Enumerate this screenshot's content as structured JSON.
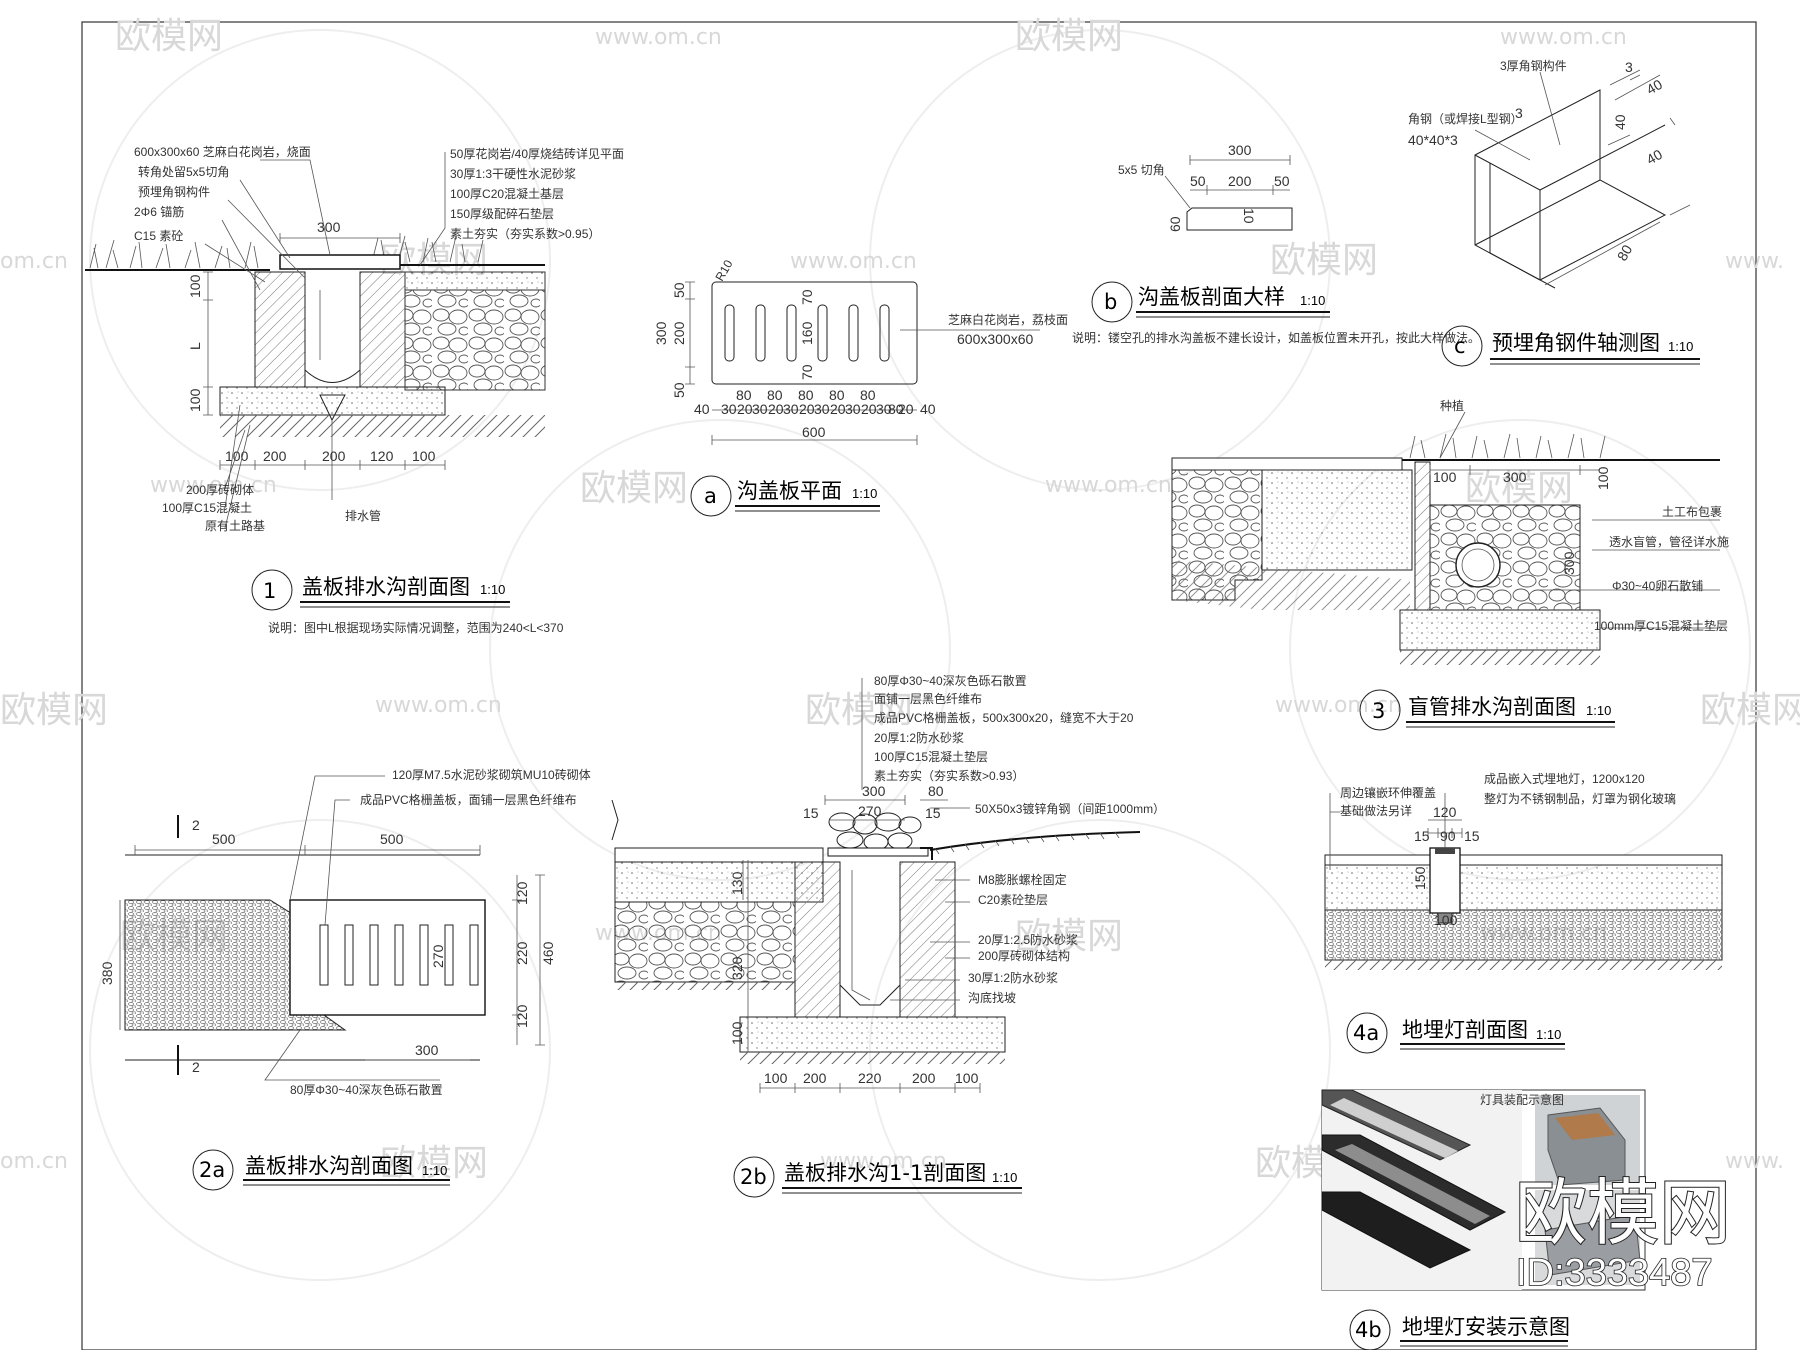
{
  "watermark": {
    "brand": "欧模网",
    "site": "www.om.cn",
    "site_cut_left": "om.cn",
    "site_cut_right": "www.",
    "id": "ID:3333487"
  },
  "detail_1": {
    "title": "盖板排水沟剖面图",
    "scale": "1:10",
    "number": "1",
    "note": "说明：图中L根据现场实际情况调整，范围为240<L<370",
    "left_labels": [
      "600x300x60 芝麻白花岗岩，烧面",
      "转角处留5x5切角",
      "预埋角钢构件",
      "2Φ6 锚筋",
      "C15 素砼"
    ],
    "right_labels": [
      "50厚花岗岩/40厚烧结砖详见平面",
      "30厚1:3干硬性水泥砂浆",
      "100厚C20混凝土基层",
      "150厚级配碎石垫层",
      "素土夯实（夯实系数>0.95）"
    ],
    "bottom_labels": [
      "200厚砖砌体",
      "100厚C15混凝土",
      "原有土路基"
    ],
    "drain_label": "排水管",
    "dims_top": "300",
    "dims_left": [
      "100",
      "L",
      "100"
    ],
    "dims_bottom": [
      "100",
      "200",
      "200",
      "120",
      "100"
    ]
  },
  "detail_a": {
    "title": "沟盖板平面",
    "scale": "1:10",
    "number": "a",
    "radius": "R10",
    "material": [
      "芝麻白花岗岩，荔枝面",
      "600x300x60"
    ],
    "dims_left": [
      "300",
      "50",
      "200",
      "50"
    ],
    "dims_inner": [
      "70",
      "160",
      "70"
    ],
    "dims_row": [
      "40",
      "30",
      "20",
      "30",
      "20",
      "30",
      "20",
      "30",
      "20",
      "30",
      "20",
      "30",
      "20",
      "40"
    ],
    "dims_row2": [
      "80",
      "80",
      "80",
      "80",
      "80",
      "80"
    ],
    "dims_total": "600"
  },
  "detail_b": {
    "title": "沟盖板剖面大样",
    "scale": "1:10",
    "number": "b",
    "chamfer": "5x5 切角",
    "dims_top": "300",
    "dims_sub": [
      "50",
      "200",
      "50"
    ],
    "dims_side": "60",
    "dims_slot": "10",
    "note": "说明：镂空孔的排水沟盖板不建长设计，如盖板位置未开孔，按此大样做法。"
  },
  "detail_c": {
    "title": "预埋角钢件轴测图",
    "scale": "1:10",
    "number": "c",
    "labels": [
      "3厚角钢构件",
      "角钢（或焊接L型钢）",
      "40*40*3"
    ],
    "dims": [
      "3",
      "40",
      "40",
      "40",
      "3",
      "80"
    ]
  },
  "detail_3": {
    "title": "盲管排水沟剖面图",
    "scale": "1:10",
    "number": "3",
    "top_label": "种植",
    "labels": [
      "土工布包裹",
      "透水盲管，管径详水施",
      "Φ30~40卵石散铺",
      "100mm厚C15混凝土垫层"
    ],
    "dims": [
      "100",
      "300",
      "100",
      "300"
    ]
  },
  "detail_2a": {
    "title": "盖板排水沟剖面图",
    "scale": "1:10",
    "number": "2a",
    "labels": [
      "120厚M7.5水泥砂浆砌筑MU10砖砌体",
      "成品PVC格栅盖板，面铺一层黑色纤维布",
      "80厚Φ30~40深灰色砾石散置"
    ],
    "section_mark": "2",
    "dims_top": [
      "500",
      "500"
    ],
    "dims_left": "380",
    "dims_right": [
      "120",
      "220",
      "120"
    ],
    "dims_right_total": "460",
    "dims_mid": "270",
    "dims_bottom": "300"
  },
  "detail_2b": {
    "title": "盖板排水沟1-1剖面图",
    "scale": "1:10",
    "number": "2b",
    "top_labels": [
      "80厚Φ30~40深灰色砾石散置",
      "面铺一层黑色纤维布",
      "成品PVC格栅盖板，500x300x20，缝宽不大于20",
      "20厚1:2防水砂浆",
      "100厚C15混凝土垫层",
      "素土夯实（夯实系数>0.93）"
    ],
    "side_labels": [
      "50X50x3镀锌角钢（间距1000mm）",
      "M8膨胀螺栓固定",
      "C20素砼垫层",
      "20厚1:2.5防水砂浆",
      "200厚砖砌体结构",
      "30厚1:2防水砂浆",
      "沟底找坡"
    ],
    "dims_top": [
      "300",
      "80",
      "270",
      "15",
      "15"
    ],
    "dims_left": [
      "130",
      "320",
      "100"
    ],
    "dims_bottom": [
      "100",
      "200",
      "220",
      "200",
      "100"
    ]
  },
  "detail_4a": {
    "title": "地埋灯剖面图",
    "scale": "1:10",
    "number": "4a",
    "labels": [
      "周边镶嵌环伸覆盖",
      "基础做法另详",
      "成品嵌入式埋地灯，1200x120",
      "整灯为不锈钢制品，灯罩为钢化玻璃"
    ],
    "dims": [
      "120",
      "15",
      "90",
      "15",
      "150",
      "100"
    ]
  },
  "detail_4b": {
    "title": "地埋灯安装示意图",
    "number": "4b",
    "photo_caption": "灯具装配示意图"
  }
}
